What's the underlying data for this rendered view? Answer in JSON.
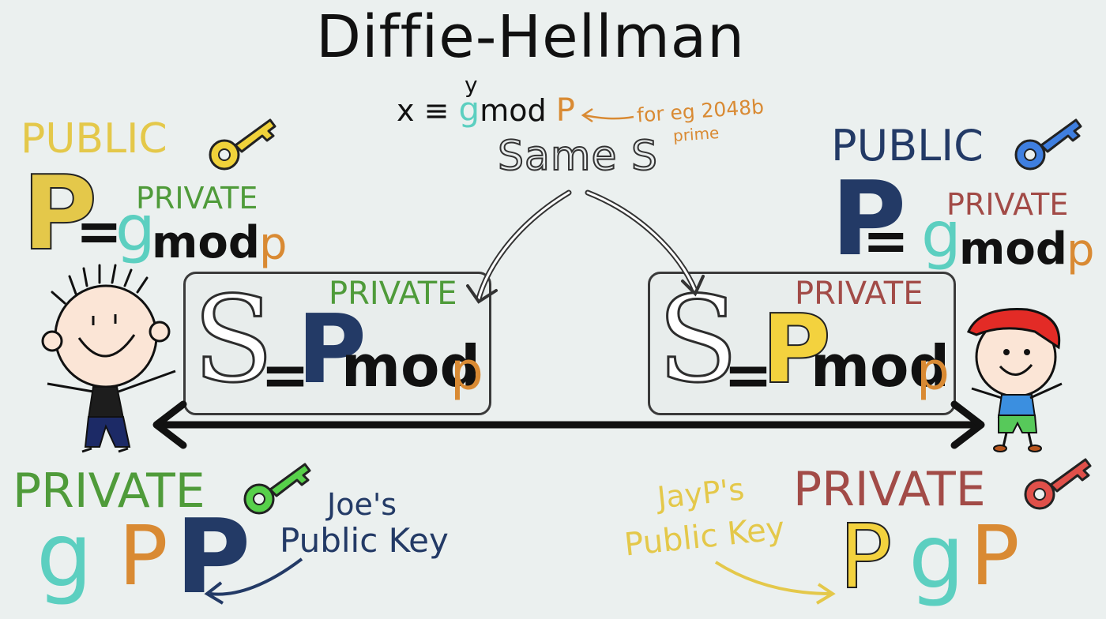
{
  "title": "Diffie-Hellman",
  "formula": {
    "x": "x",
    "equiv": "≡",
    "g": "g",
    "exponent": "y",
    "mod": "mod",
    "p": "P",
    "note_line1": "for eg 2048b",
    "note_line2": "prime"
  },
  "same_s": "Same S",
  "left": {
    "public_label": "PUBLIC",
    "public_P": "P",
    "eq": "=",
    "g": "g",
    "private_exp": "PRIVATE",
    "mod": "mod",
    "p": "p",
    "box": {
      "S": "S",
      "eq": "=",
      "P": "P",
      "private_exp": "PRIVATE",
      "mod": "mod",
      "p": "p"
    },
    "private_label": "PRIVATE",
    "private_items": [
      "g",
      "P",
      "P"
    ],
    "key_caption_line1": "Joe's",
    "key_caption_line2": "Public Key"
  },
  "right": {
    "public_label": "PUBLIC",
    "public_P": "P",
    "eq": "=",
    "g": "g",
    "private_exp": "PRIVATE",
    "mod": "mod",
    "p": "p",
    "box": {
      "S": "S",
      "eq": "=",
      "P": "P",
      "private_exp": "PRIVATE",
      "mod": "mod",
      "p": "p"
    },
    "private_label": "PRIVATE",
    "private_items": [
      "P",
      "g",
      "P"
    ],
    "key_caption_line1": "JayP's",
    "key_caption_line2": "Public Key"
  },
  "colors": {
    "yellow": "#e4c84a",
    "green": "#4f9b3a",
    "navy": "#233a66",
    "teal": "#5ccfc0",
    "orange": "#d98a33",
    "red": "#a24b47",
    "blue_key": "#3f7fe0",
    "red_key": "#e0504a"
  },
  "icons": [
    "yellow-key-icon",
    "blue-key-icon",
    "green-key-icon",
    "red-key-icon",
    "boy-character",
    "red-cap-boy-character"
  ]
}
